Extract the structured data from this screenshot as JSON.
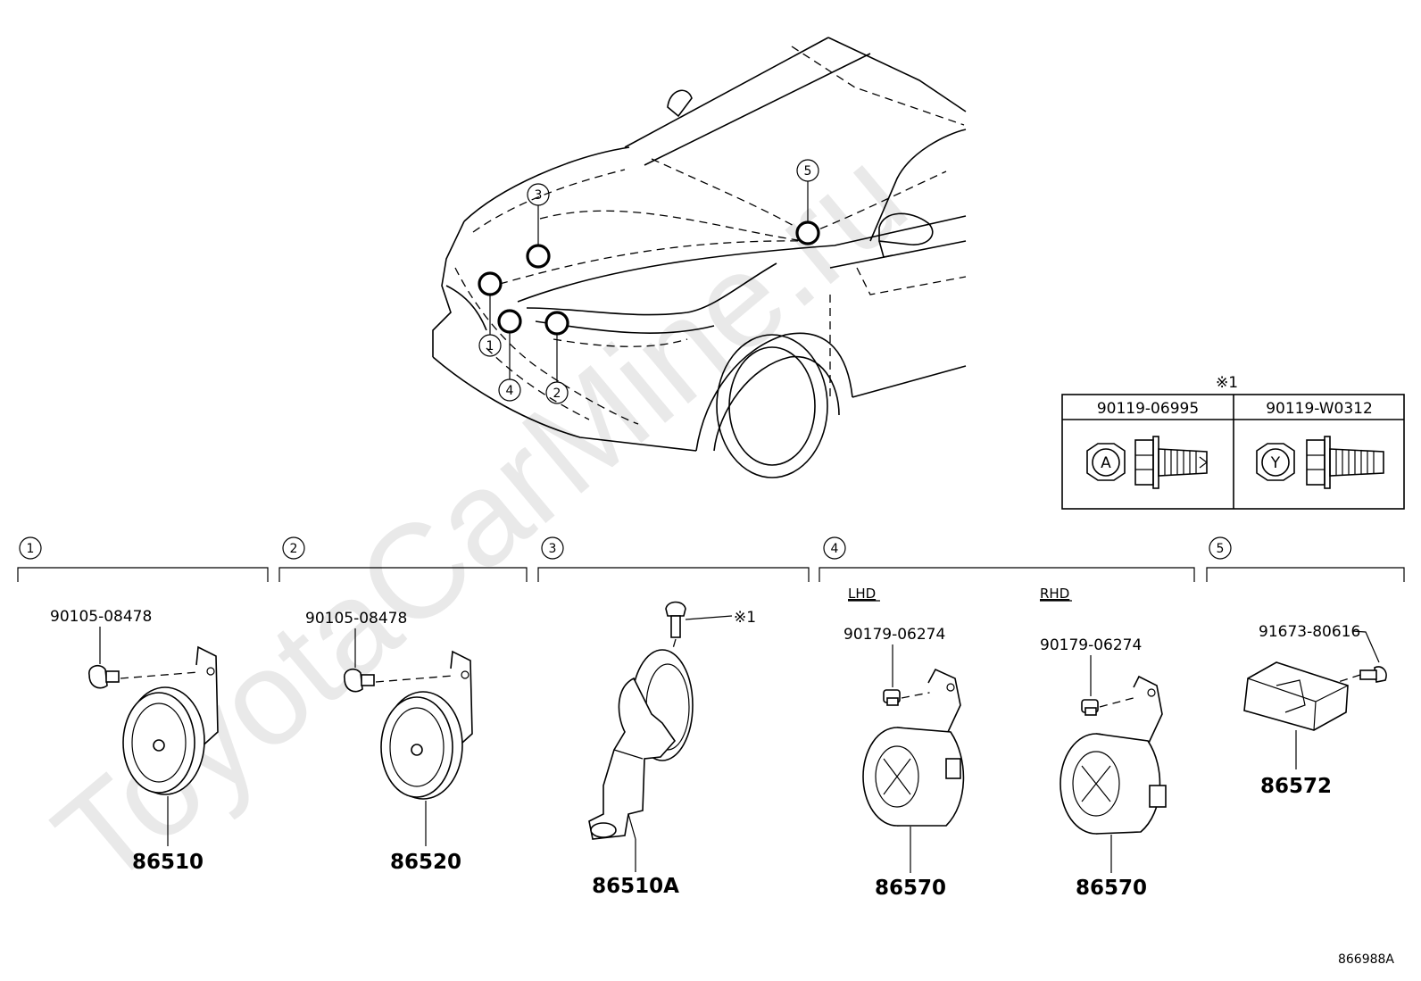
{
  "watermark": "ToyotaCarMine.ru",
  "diagram_id": "866988A",
  "locations": [
    {
      "id": "1",
      "label": "1"
    },
    {
      "id": "2",
      "label": "2"
    },
    {
      "id": "3",
      "label": "3"
    },
    {
      "id": "4",
      "label": "4"
    },
    {
      "id": "5",
      "label": "5"
    }
  ],
  "fastener_table": {
    "note_mark": "※1",
    "columns": [
      {
        "part_no": "90119-06995",
        "head_letter": "A"
      },
      {
        "part_no": "90119-W0312",
        "head_letter": "Y"
      }
    ]
  },
  "groups": [
    {
      "id": "1",
      "label": "1",
      "fastener": "90105-08478",
      "part": "86510"
    },
    {
      "id": "2",
      "label": "2",
      "fastener": "90105-08478",
      "part": "86520"
    },
    {
      "id": "3",
      "label": "3",
      "fastener_note": "※1",
      "part": "86510A"
    },
    {
      "id": "4",
      "label": "4",
      "variants": [
        {
          "header": "LHD",
          "fastener": "90179-06274",
          "part": "86570"
        },
        {
          "header": "RHD",
          "fastener": "90179-06274",
          "part": "86570"
        }
      ]
    },
    {
      "id": "5",
      "label": "5",
      "fastener": "91673-80616",
      "part": "86572"
    }
  ]
}
